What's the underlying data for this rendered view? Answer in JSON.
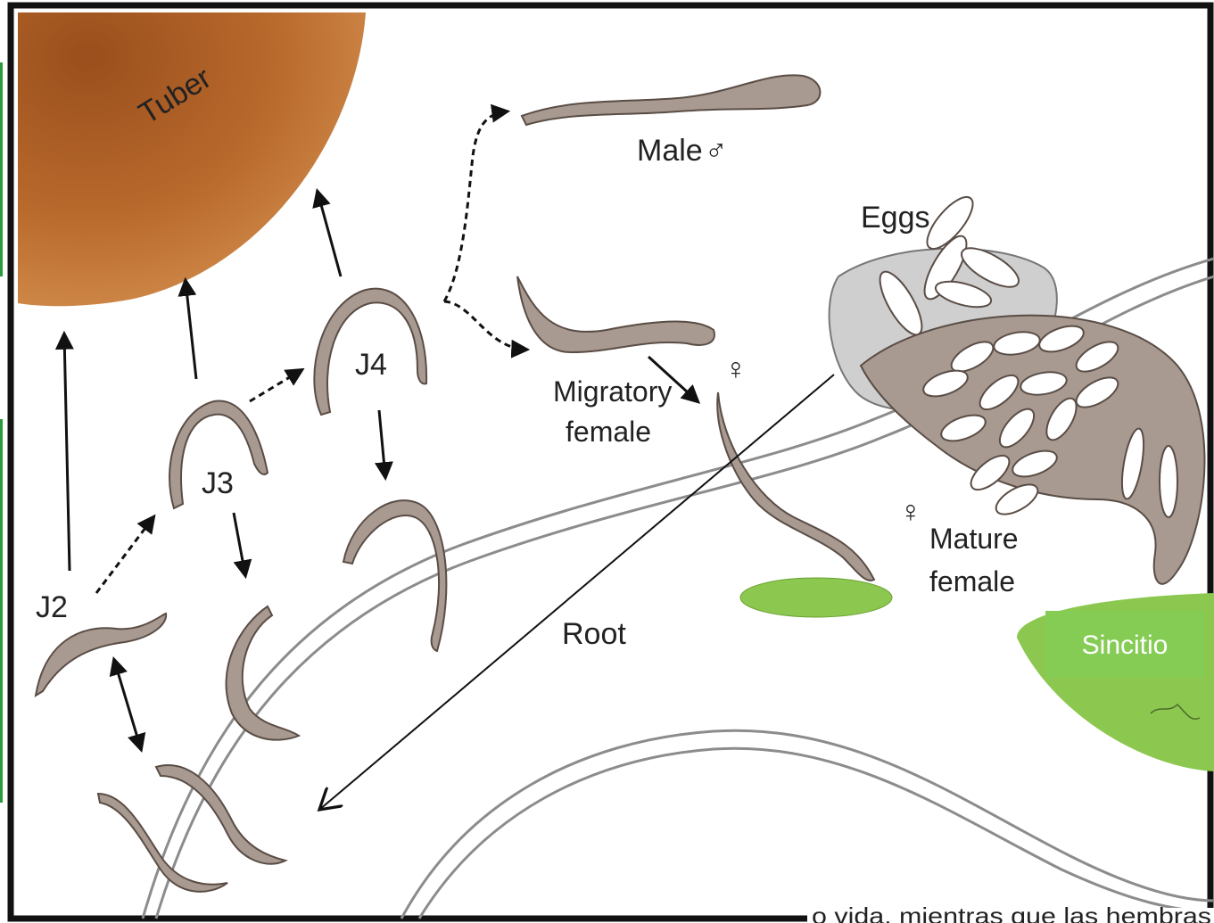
{
  "diagram": {
    "labels": {
      "tuber": "Tuber",
      "male": "Male",
      "male_symbol": "♂",
      "eggs": "Eggs",
      "j2": "J2",
      "j3": "J3",
      "j4": "J4",
      "migratory_female_line1": "Migratory",
      "migratory_female_line2": "female",
      "female_symbol": "♀",
      "mature_female_line1": "Mature",
      "mature_female_line2": "female",
      "root": "Root",
      "sincitio": "Sincitio"
    },
    "footer_text": "o vida, mientras que las hembras"
  },
  "colors": {
    "tuber": "#b8692c",
    "worm": "#a89a90",
    "worm_outline": "#5a4d46",
    "root_line": "#8c8c8c",
    "syncytium": "#8cc850",
    "sincitio_box": "#85cc55",
    "mature_female": "#a89a90",
    "eggs_sac": "#cfcfcf",
    "frame": "#111111",
    "side_bar": "#2a9a3a"
  }
}
